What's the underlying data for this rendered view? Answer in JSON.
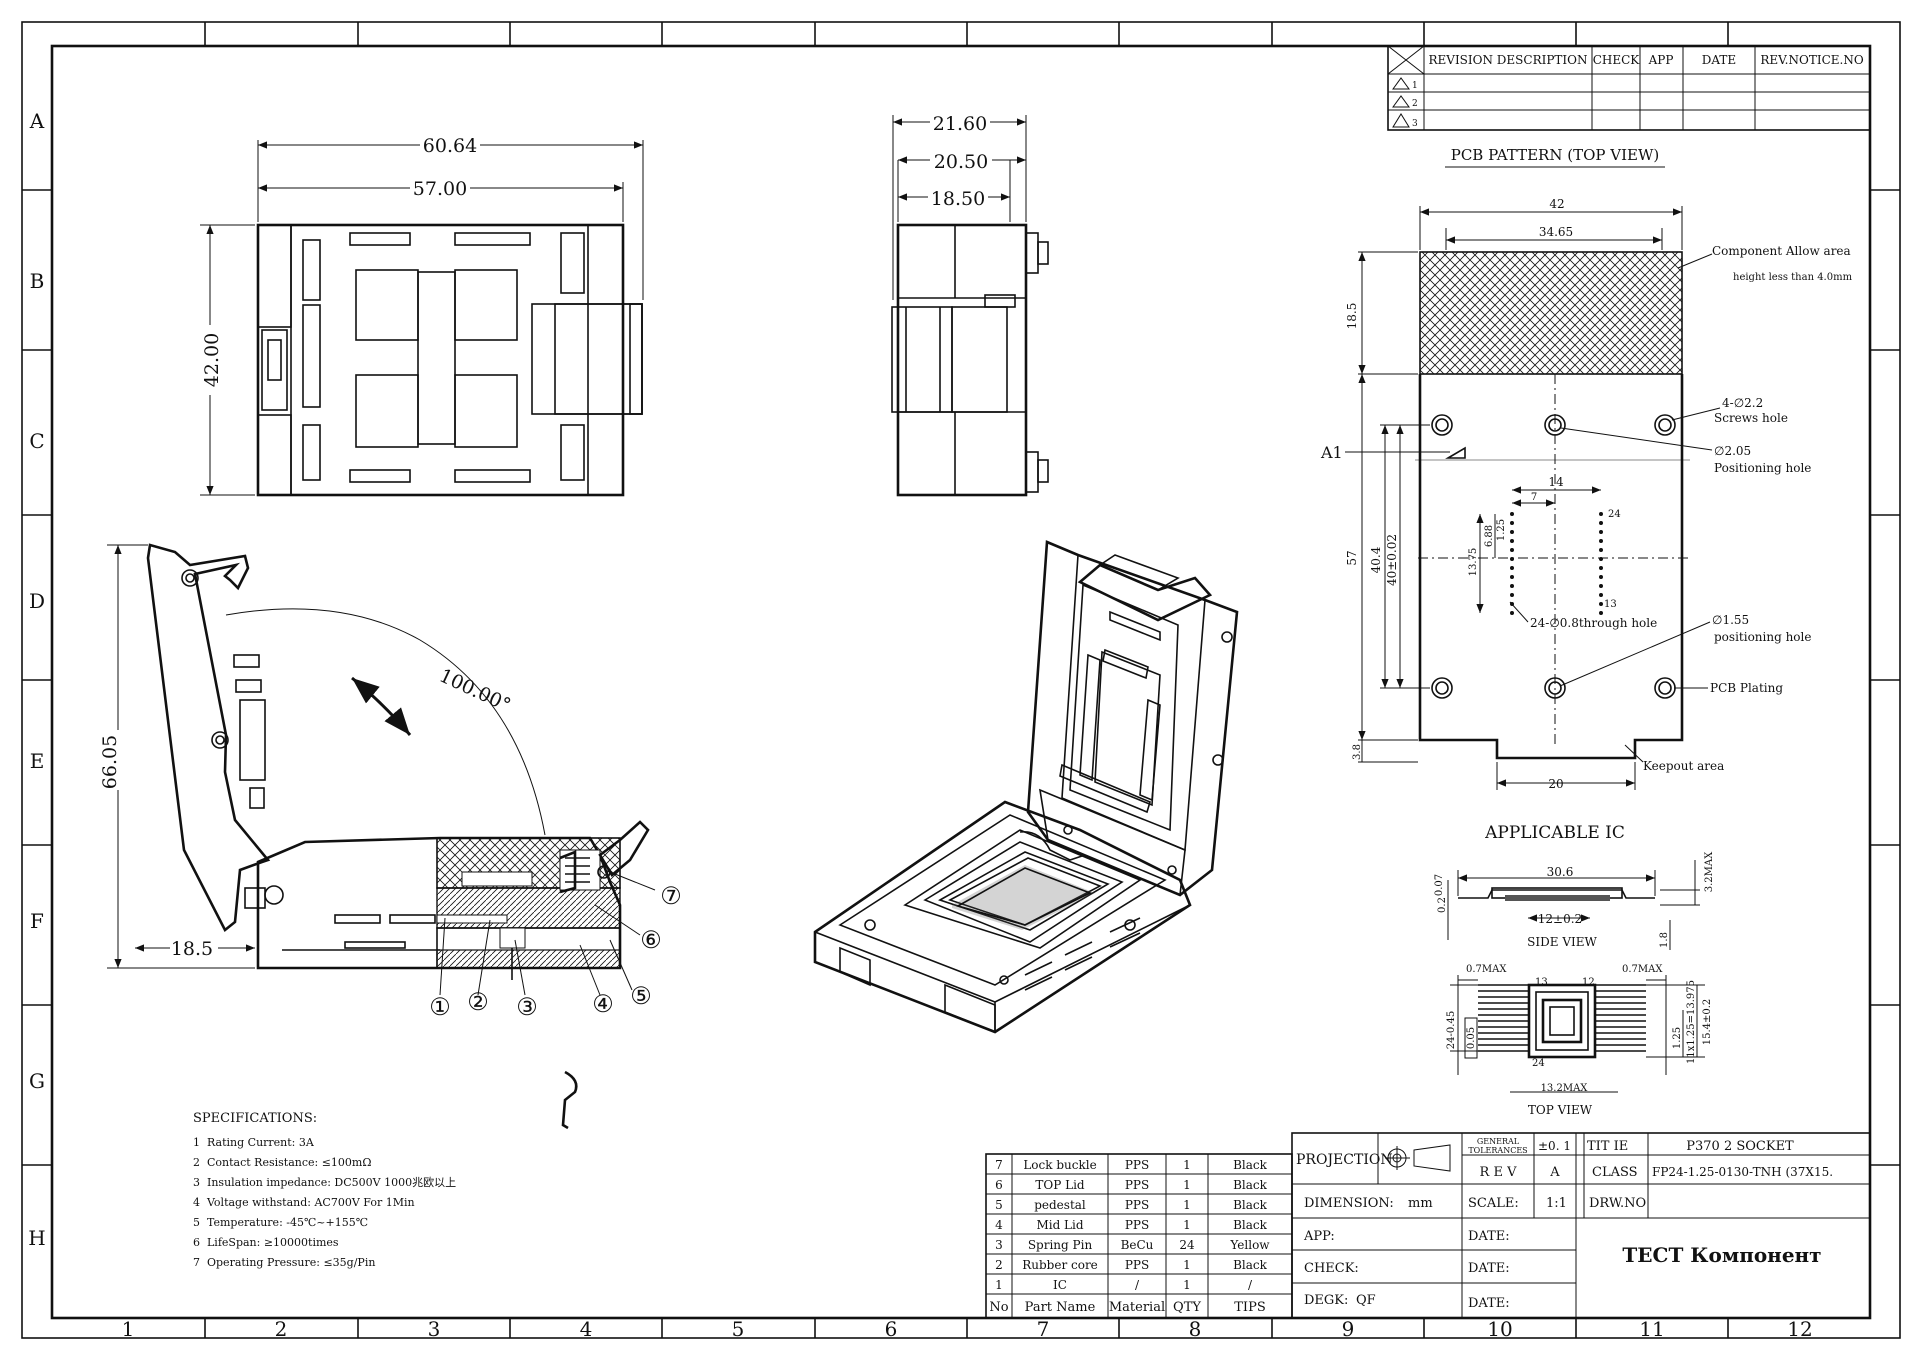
{
  "frame": {
    "rows": [
      "A",
      "B",
      "C",
      "D",
      "E",
      "F",
      "G",
      "H"
    ],
    "cols": [
      "1",
      "2",
      "3",
      "4",
      "5",
      "6",
      "7",
      "8",
      "9",
      "10",
      "11",
      "12"
    ]
  },
  "revision": {
    "headers": [
      "REVISION DESCRIPTION",
      "CHECK",
      "APP",
      "DATE",
      "REV.NOTICE.NO"
    ],
    "rows": [
      "1",
      "2",
      "3"
    ]
  },
  "top_view_dims": {
    "outer_width": "60.64",
    "inner_width": "57.00",
    "height": "42.00"
  },
  "side_view_dims": {
    "w1": "21.60",
    "w2": "20.50",
    "w3": "18.50"
  },
  "open_view_dims": {
    "height": "66.05",
    "base": "18.5",
    "angle": "100.00°"
  },
  "callouts": [
    "①",
    "②",
    "③",
    "④",
    "⑤",
    "⑥",
    "⑦"
  ],
  "pcb": {
    "title": "PCB PATTERN (TOP VIEW)",
    "dims": {
      "w42": "42",
      "w3465": "34.65",
      "h185": "18.5",
      "h57": "57",
      "h404": "40.4",
      "h40": "40±0.02",
      "d14": "14",
      "d7": "7",
      "d1375": "13.75",
      "d688": "6.88",
      "d25": "1.25",
      "b38": "3.8",
      "b20": "20"
    },
    "labels": {
      "component_area": "Component Allow area",
      "component_area_note": "height less than 4.0mm",
      "screws_size": "4-∅2.2",
      "screws": "Screws hole",
      "pos_hole_size": "∅2.05",
      "pos_hole": "Positioning hole",
      "pos_hole2_size": "∅1.55",
      "pos_hole2": "positioning hole",
      "through_hole": "24-∅0.8through hole",
      "plating": "PCB Plating",
      "keepout": "Keepout area",
      "a1": "A1",
      "pin24": "24",
      "pin13": "13"
    }
  },
  "ic": {
    "title": "APPLICABLE IC",
    "side_title": "SIDE VIEW",
    "top_title": "TOP VIEW",
    "dims": {
      "len": "30.6",
      "body": "12±0.2",
      "hmax": "3.2MAX",
      "lead": "0.2",
      "tol": "0.07",
      "h18": "1.8",
      "l07a": "0.7MAX",
      "l07b": "0.7MAX",
      "pitch": "24-0.45",
      "pos": "0.05",
      "w132": "13.2MAX",
      "v125": "1.25",
      "v11": "11x1.25=13.975",
      "v154": "15.4±0.2",
      "p13a": "13",
      "p12": "12",
      "p24": "24"
    }
  },
  "specs": {
    "title": "SPECIFICATIONS:",
    "items": [
      "Rating Current: 3A",
      "Contact Resistance: ≤100mΩ",
      "Insulation impedance: DC500V 1000兆欧以上",
      "Voltage withstand: AC700V For 1Min",
      "Temperature: -45℃~+155℃",
      "LifeSpan: ≥10000times",
      "Operating Pressure: ≤35g/Pin"
    ]
  },
  "bom": {
    "headers": [
      "No",
      "Part Name",
      "Material",
      "QTY",
      "TIPS"
    ],
    "rows": [
      [
        "7",
        "Lock buckle",
        "PPS",
        "1",
        "Black"
      ],
      [
        "6",
        "TOP Lid",
        "PPS",
        "1",
        "Black"
      ],
      [
        "5",
        "pedestal",
        "PPS",
        "1",
        "Black"
      ],
      [
        "4",
        "Mid Lid",
        "PPS",
        "1",
        "Black"
      ],
      [
        "3",
        "Spring Pin",
        "BeCu",
        "24",
        "Yellow"
      ],
      [
        "2",
        "Rubber core",
        "PPS",
        "1",
        "Black"
      ],
      [
        "1",
        "IC",
        "/",
        "1",
        "/"
      ]
    ]
  },
  "title_block": {
    "projection": "PROJECTION",
    "general_tol_a": "GENERAL",
    "general_tol_b": "TOLERANCES",
    "tol": "±0. 1",
    "title_lbl": "TIT IE",
    "title_val": "P370 2 SOCKET",
    "rev_lbl": "R E V",
    "rev_val": "A",
    "class_lbl": "CLASS",
    "class_val": "FP24-1.25-0130-TNH (37X15.",
    "dimension_lbl": "DIMENSION:",
    "dimension_val": "mm",
    "scale_lbl": "SCALE:",
    "scale_val": "1:1",
    "drw_lbl": "DRW.NO",
    "app_lbl": "APP:",
    "date1": "DATE:",
    "check_lbl": "CHECK:",
    "date2": "DATE:",
    "degk_lbl": "DEGK:",
    "degk_val": "QF",
    "date3": "DATE:",
    "company": "TECT Компонент"
  }
}
